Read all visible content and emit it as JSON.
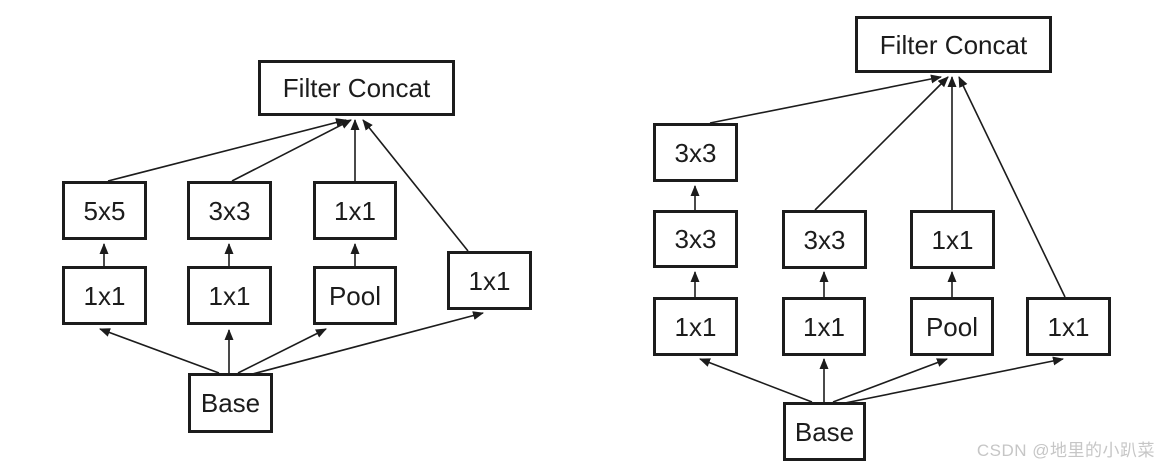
{
  "colors": {
    "background": "#ffffff",
    "box_fill": "#ffffff",
    "box_border": "#1c1c1c",
    "label_text": "#1c1c1c",
    "arrow": "#1c1c1c",
    "watermark": "#c6c6c6"
  },
  "watermark": {
    "text": "CSDN @地里的小趴菜"
  },
  "left_diagram": {
    "nodes": {
      "filter_concat": "Filter Concat",
      "conv5x5": "5x5",
      "conv3x3": "3x3",
      "conv1x1_pool_proj": "1x1",
      "conv1x1_reduce_a": "1x1",
      "conv1x1_reduce_b": "1x1",
      "pool": "Pool",
      "conv1x1_branch": "1x1",
      "base": "Base"
    },
    "edges": [
      [
        "conv5x5",
        "filter_concat"
      ],
      [
        "conv3x3",
        "filter_concat"
      ],
      [
        "conv1x1_pool_proj",
        "filter_concat"
      ],
      [
        "conv1x1_branch",
        "filter_concat"
      ],
      [
        "conv1x1_reduce_a",
        "conv5x5"
      ],
      [
        "conv1x1_reduce_b",
        "conv3x3"
      ],
      [
        "pool",
        "conv1x1_pool_proj"
      ],
      [
        "base",
        "conv1x1_reduce_a"
      ],
      [
        "base",
        "conv1x1_reduce_b"
      ],
      [
        "base",
        "pool"
      ],
      [
        "base",
        "conv1x1_branch"
      ]
    ]
  },
  "right_diagram": {
    "nodes": {
      "filter_concat": "Filter Concat",
      "conv3x3_top": "3x3",
      "conv3x3_mid": "3x3",
      "conv3x3_b": "3x3",
      "conv1x1_pool_proj": "1x1",
      "conv1x1_reduce_a": "1x1",
      "conv1x1_reduce_b": "1x1",
      "pool": "Pool",
      "conv1x1_branch": "1x1",
      "base": "Base"
    },
    "edges": [
      [
        "conv3x3_top",
        "filter_concat"
      ],
      [
        "conv3x3_b",
        "filter_concat"
      ],
      [
        "conv1x1_pool_proj",
        "filter_concat"
      ],
      [
        "conv1x1_branch",
        "filter_concat"
      ],
      [
        "conv3x3_mid",
        "conv3x3_top"
      ],
      [
        "conv1x1_reduce_a",
        "conv3x3_mid"
      ],
      [
        "conv1x1_reduce_b",
        "conv3x3_b"
      ],
      [
        "pool",
        "conv1x1_pool_proj"
      ],
      [
        "base",
        "conv1x1_reduce_a"
      ],
      [
        "base",
        "conv1x1_reduce_b"
      ],
      [
        "base",
        "pool"
      ],
      [
        "base",
        "conv1x1_branch"
      ]
    ]
  }
}
